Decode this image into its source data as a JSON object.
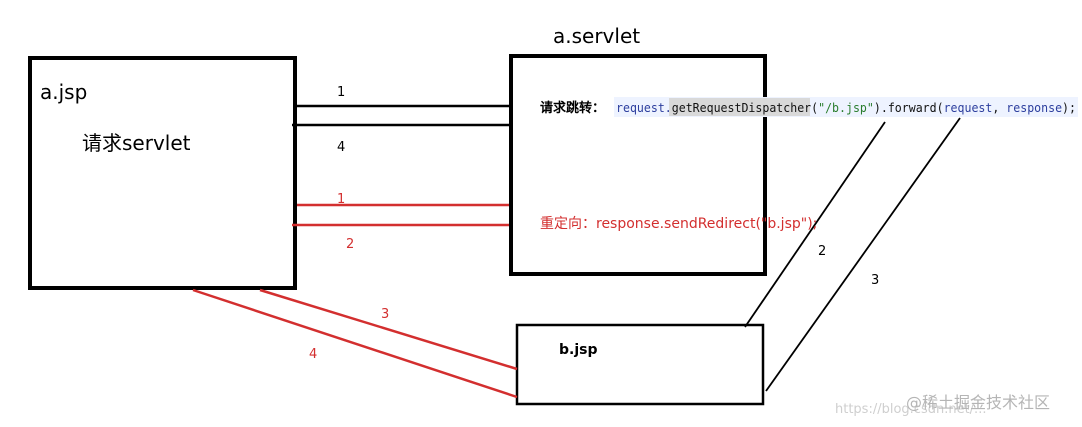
{
  "nodes": {
    "a_jsp": {
      "title": "a.jsp",
      "body": "请求servlet"
    },
    "a_servlet": {
      "title": "a.servlet"
    },
    "b_jsp": {
      "title": "b.jsp"
    }
  },
  "forward": {
    "label": "请求跳转：",
    "code": {
      "p1": "request.",
      "p2": "getRequestDispatcher",
      "p3": "(",
      "p4": "\"/b.jsp\"",
      "p5": ").forward(",
      "p6": "request",
      "p7": ", ",
      "p8": "response",
      "p9": ");"
    }
  },
  "redirect": {
    "label": "重定向：",
    "code": "response.sendRedirect(\"b.jsp\");"
  },
  "step_labels": {
    "forward_1": "1",
    "forward_4": "4",
    "forward_2": "2",
    "forward_3": "3",
    "redirect_1": "1",
    "redirect_2": "2",
    "redirect_3": "3",
    "redirect_4": "4"
  },
  "watermark": {
    "url": "https://blog.csdn.net/...",
    "brand": "@稀土掘金技术社区"
  },
  "colors": {
    "forward": "#000000",
    "redirect": "#d32f2f",
    "code_bg": "#eef3ff",
    "code_highlight": "#d9d9d9",
    "code_blue": "#2c3e9e",
    "code_string": "#2a7d2e",
    "watermark": "#bbbbbb"
  }
}
